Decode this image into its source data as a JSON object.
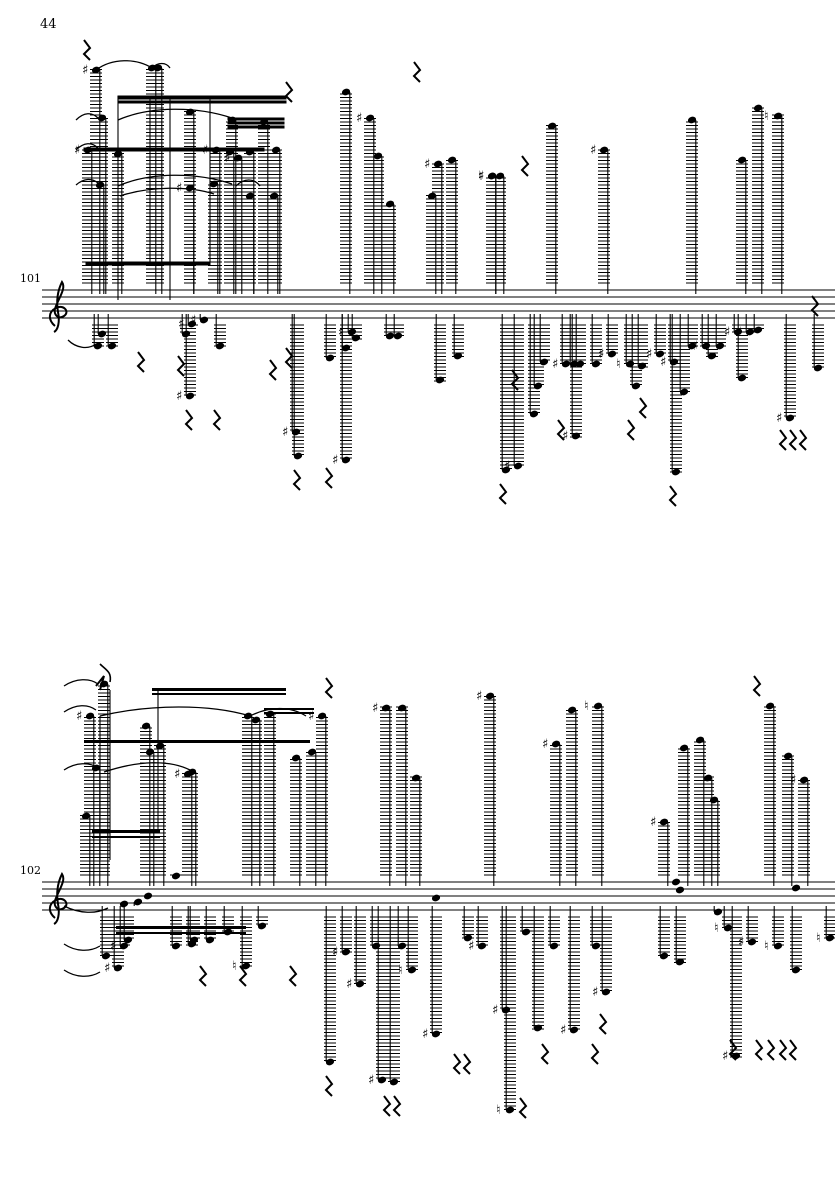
{
  "page_number": "44",
  "systems": [
    {
      "measure_number": "101"
    },
    {
      "measure_number": "102"
    }
  ]
}
